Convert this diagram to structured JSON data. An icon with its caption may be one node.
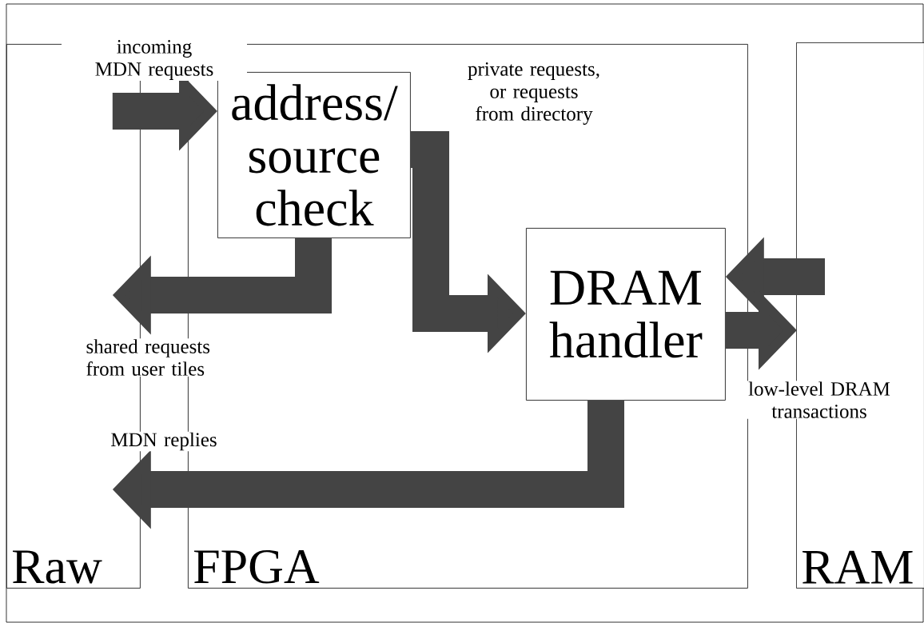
{
  "diagram": {
    "nodes": [
      {
        "text": [
          "Raw"
        ]
      },
      {
        "text": [
          "FPGA"
        ]
      },
      {
        "text": [
          "RAM"
        ]
      },
      {
        "text": [
          "address/ source check"
        ],
        "in": 1
      },
      {
        "text": [
          "DRAM handler"
        ],
        "in": 1
      }
    ],
    "edges": [
      {
        "from": 0,
        "to": 3,
        "arrow": "to",
        "label": "incoming MDN requests"
      },
      {
        "from": 3,
        "to": 0,
        "arrow": "to",
        "label": "shared requests from user tiles"
      },
      {
        "from": 3,
        "to": 4,
        "arrow": "to",
        "label": "private requests, or requests from directory"
      },
      {
        "from": 2,
        "to": 4,
        "arrow": "to"
      },
      {
        "from": 4,
        "to": 2,
        "arrow": "to",
        "label": "low-level DRAM transactions"
      },
      {
        "from": 4,
        "to": 0,
        "arrow": "to",
        "label": "MDN replies"
      }
    ]
  }
}
